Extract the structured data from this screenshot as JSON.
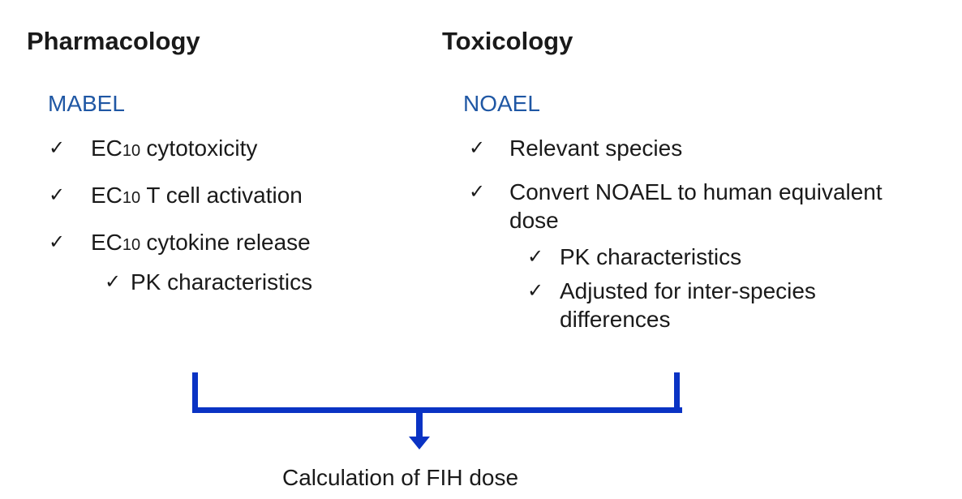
{
  "colors": {
    "label_blue": "#1f57a4",
    "bracket_blue": "#0a33c4",
    "text_black": "#1a1a1a"
  },
  "icons": {
    "check": "✓"
  },
  "pharmacology": {
    "title": "Pharmacology",
    "label": "MABEL",
    "bullets": [
      {
        "prefix": "EC",
        "sub": "10",
        "rest": "cytotoxicity"
      },
      {
        "prefix": "EC",
        "sub": "10",
        "rest": "T cell activation"
      },
      {
        "prefix": "EC",
        "sub": "10",
        "rest": "cytokine release"
      }
    ],
    "sub_bullets": [
      "PK characteristics"
    ]
  },
  "toxicology": {
    "title": "Toxicology",
    "label": "NOAEL",
    "bullets": [
      "Relevant species",
      "Convert NOAEL to human equivalent dose"
    ],
    "sub_bullets": [
      "PK characteristics",
      "Adjusted for inter-species differences"
    ]
  },
  "footer": {
    "label": "Calculation of FIH dose"
  }
}
